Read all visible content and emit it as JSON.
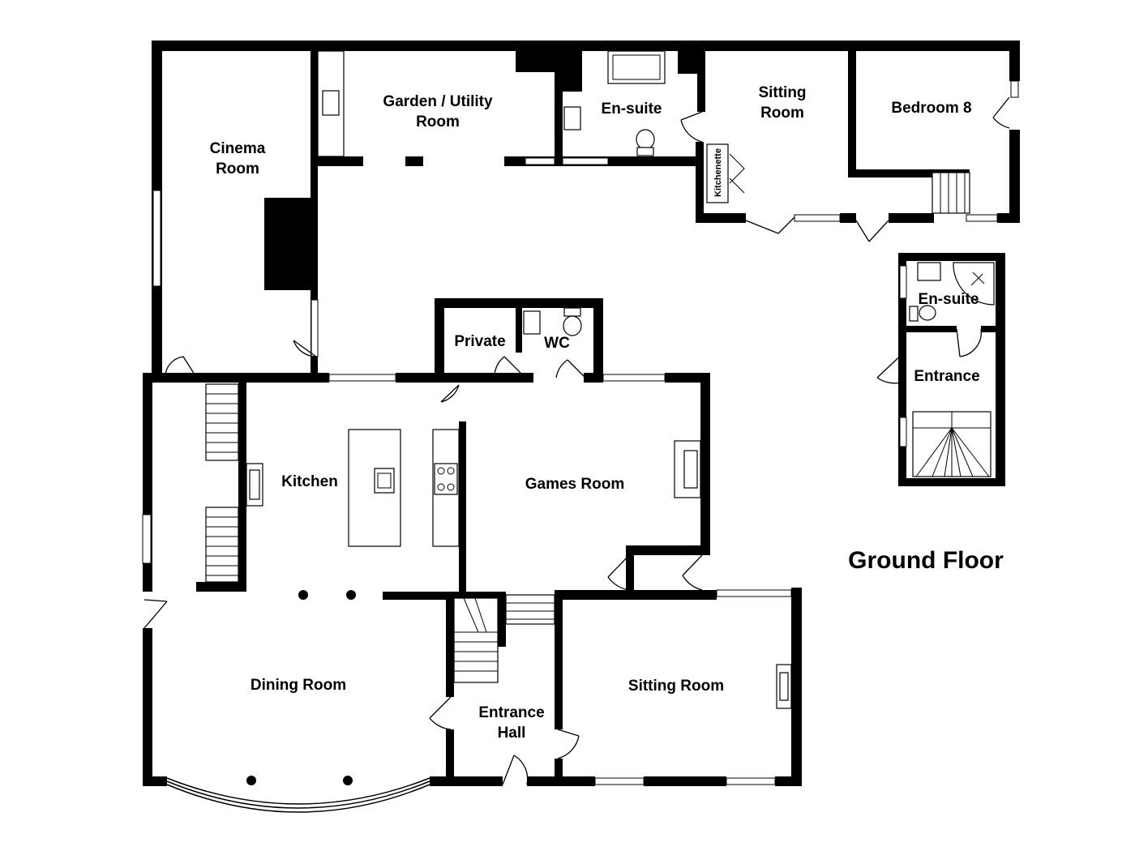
{
  "floor_title": "Ground Floor",
  "rooms": {
    "cinema_line1": "Cinema",
    "cinema_line2": "Room",
    "garden_line1": "Garden / Utility",
    "garden_line2": "Room",
    "ensuite_top": "En-suite",
    "sitting_top_line1": "Sitting",
    "sitting_top_line2": "Room",
    "bedroom8": "Bedroom 8",
    "kitchenette": "Kitchenette",
    "ensuite_annex": "En-suite",
    "entrance_annex": "Entrance",
    "private": "Private",
    "wc": "WC",
    "kitchen": "Kitchen",
    "games_room": "Games Room",
    "dining_room": "Dining Room",
    "entrance_hall_line1": "Entrance",
    "entrance_hall_line2": "Hall",
    "sitting_room": "Sitting Room"
  }
}
